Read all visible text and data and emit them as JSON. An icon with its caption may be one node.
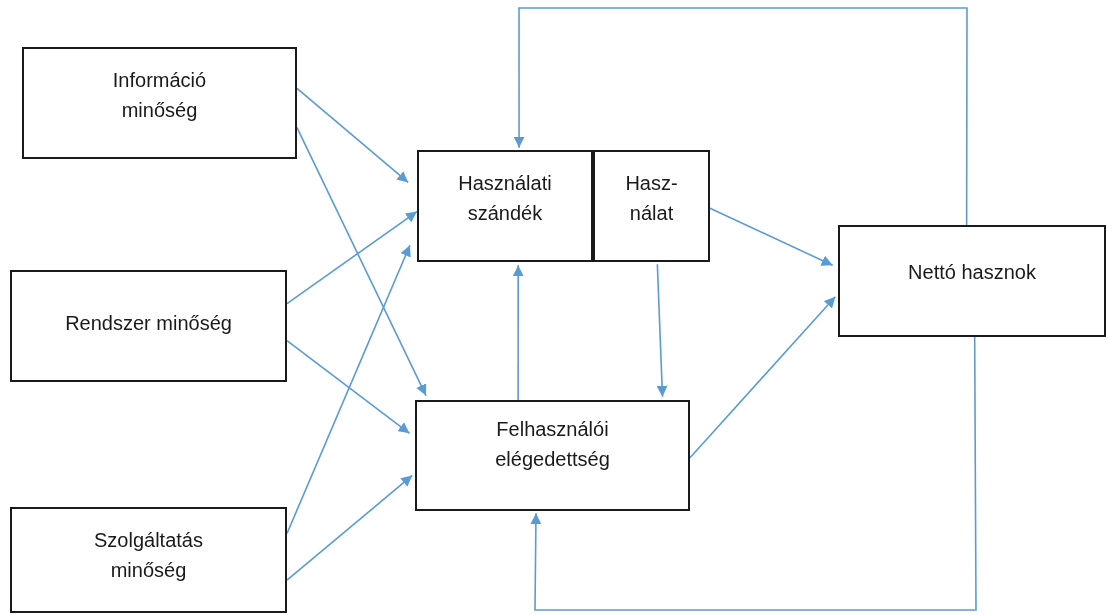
{
  "diagram": {
    "nodes": [
      {
        "text": [
          "Információ minőség"
        ]
      },
      {
        "text": [
          "Rendszer minőség"
        ]
      },
      {
        "text": [
          "Szolgáltatás minőség"
        ]
      },
      {
        "text": [
          "Használati szándék"
        ]
      },
      {
        "text": [
          "Hasz- nálat"
        ]
      },
      {
        "text": [
          "Felhasználói elégedettség"
        ]
      },
      {
        "text": [
          "Nettó hasznok"
        ]
      }
    ],
    "edges": [
      {
        "from": 0,
        "to": 3,
        "arrow": "to"
      },
      {
        "from": 0,
        "to": 5,
        "arrow": "to"
      },
      {
        "from": 1,
        "to": 3,
        "arrow": "to"
      },
      {
        "from": 1,
        "to": 5,
        "arrow": "to"
      },
      {
        "from": 2,
        "to": 3,
        "arrow": "to"
      },
      {
        "from": 2,
        "to": 5,
        "arrow": "to"
      },
      {
        "from": 5,
        "to": 3,
        "arrow": "to"
      },
      {
        "from": 4,
        "to": 5,
        "arrow": "to"
      },
      {
        "from": 4,
        "to": 6,
        "arrow": "to"
      },
      {
        "from": 5,
        "to": 6,
        "arrow": "to"
      },
      {
        "from": 6,
        "to": 3,
        "arrow": "to"
      },
      {
        "from": 6,
        "to": 5,
        "arrow": "to"
      }
    ]
  }
}
